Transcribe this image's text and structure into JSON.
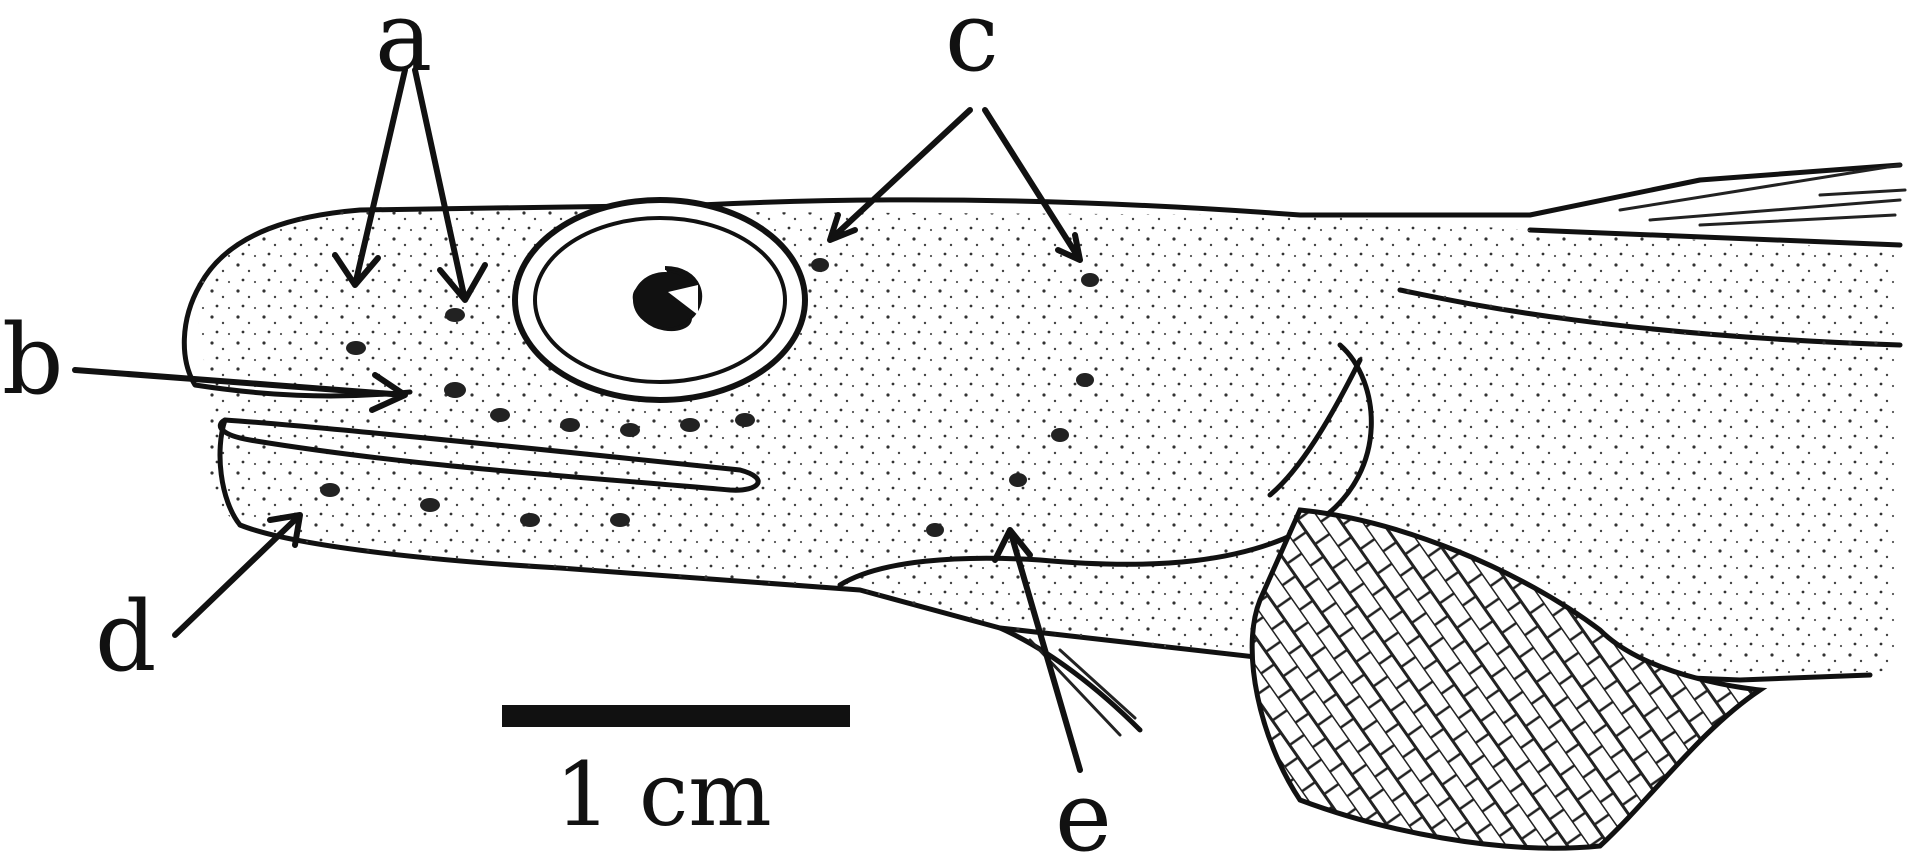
{
  "labels": {
    "a": "a",
    "b": "b",
    "c": "c",
    "d": "d",
    "e": "e"
  },
  "scale_bar": {
    "label": "1 cm"
  },
  "colors": {
    "ink": "#111111",
    "background": "#ffffff"
  }
}
